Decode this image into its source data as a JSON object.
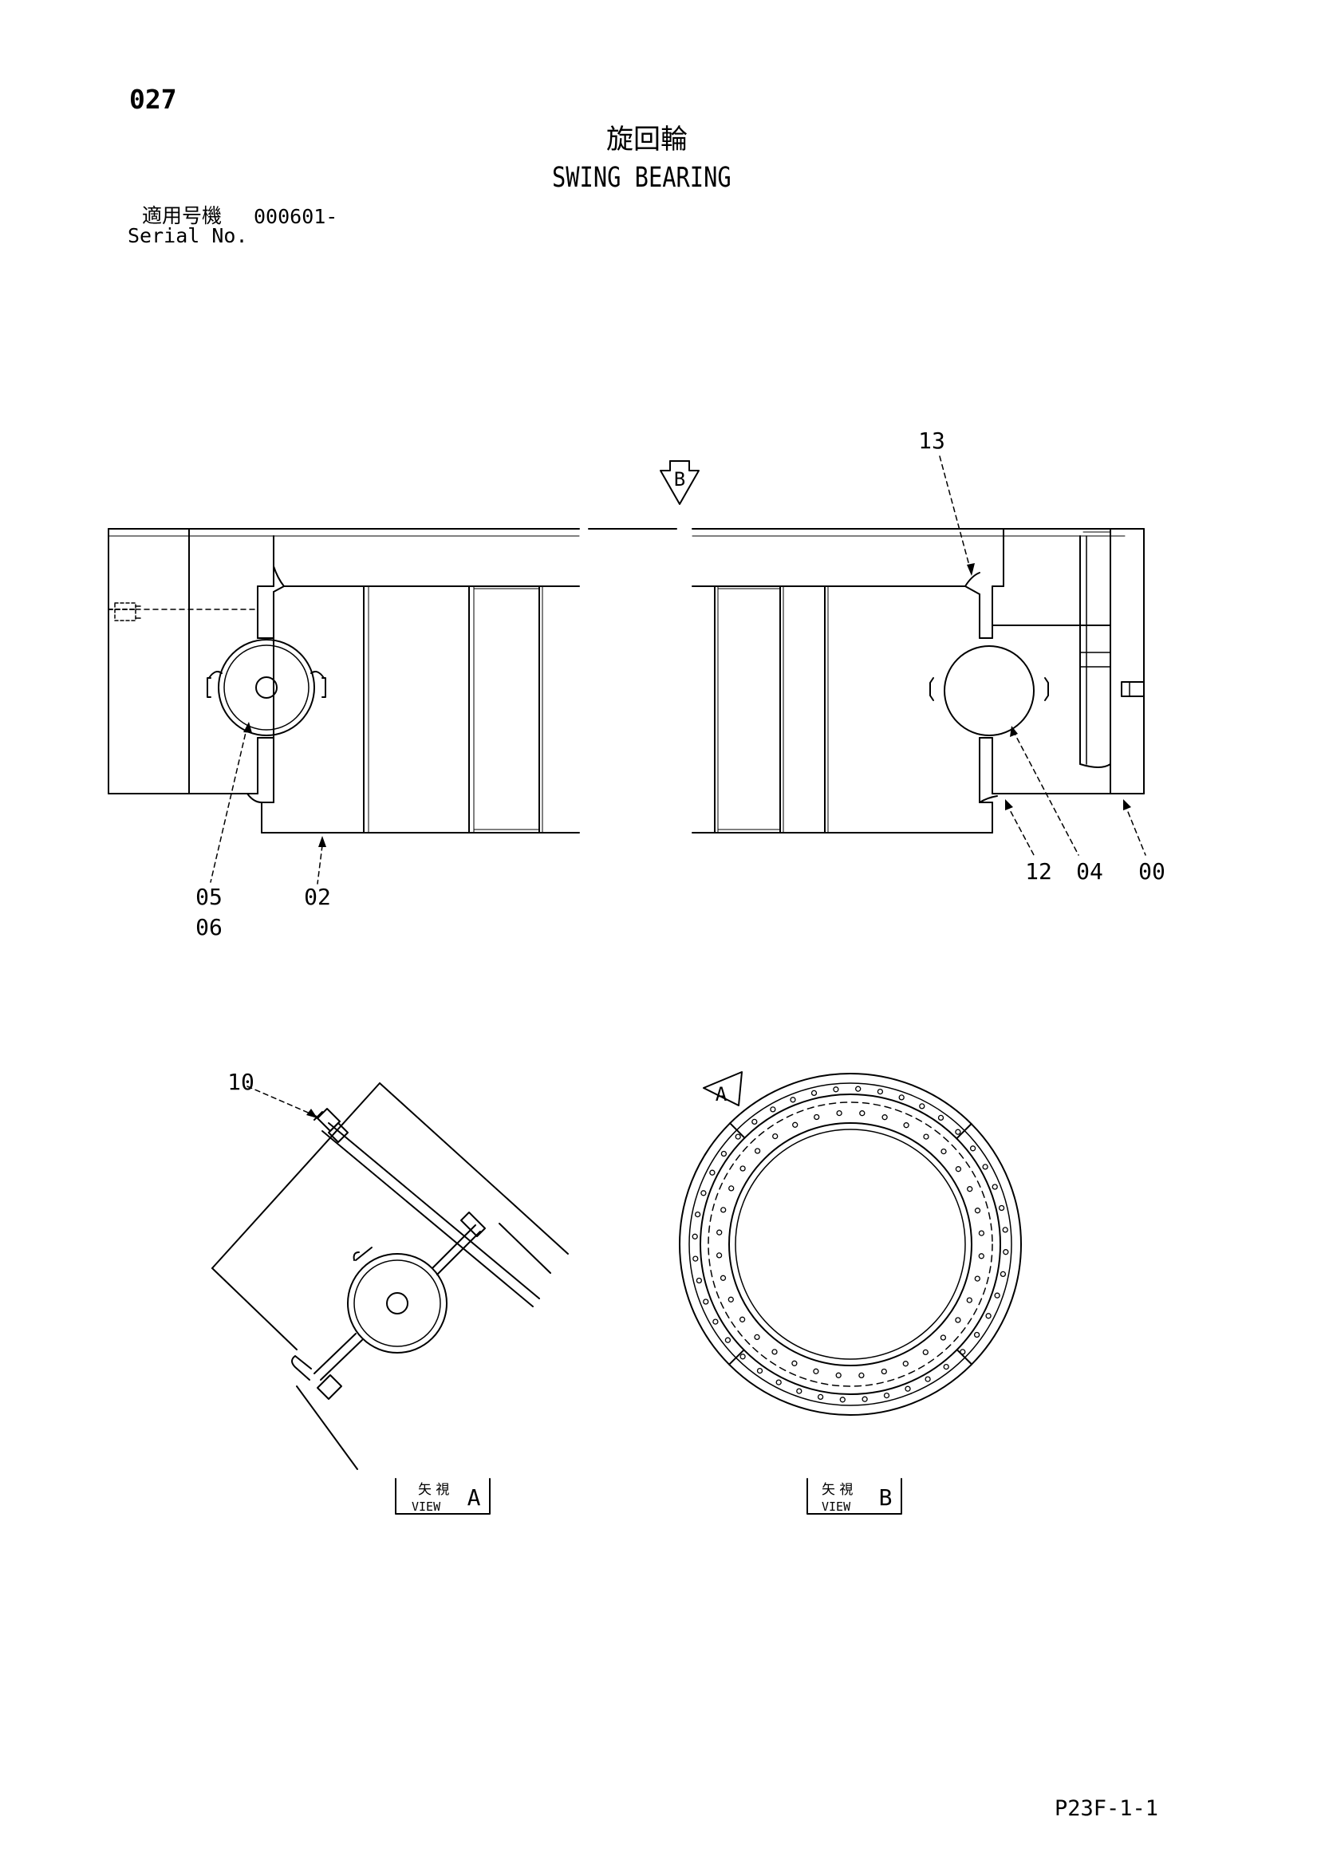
{
  "page": {
    "page_number": "027",
    "title_jp": "旋回輪",
    "title_en": "SWING BEARING",
    "serial_label_jp": "適用号機",
    "serial_value": "000601-",
    "serial_label_en": "Serial No.",
    "footer_code": "P23F-1-1"
  },
  "callouts": {
    "c13": "13",
    "c05": "05",
    "c06": "06",
    "c02": "02",
    "c12": "12",
    "c04": "04",
    "c00": "00",
    "c10": "10"
  },
  "view_markers": {
    "b_arrow": "B",
    "a_arrow": "A"
  },
  "view_labels": {
    "a": {
      "jp": "矢 視",
      "en": "VIEW",
      "letter": "A"
    },
    "b": {
      "jp": "矢 視",
      "en": "VIEW",
      "letter": "B"
    }
  }
}
